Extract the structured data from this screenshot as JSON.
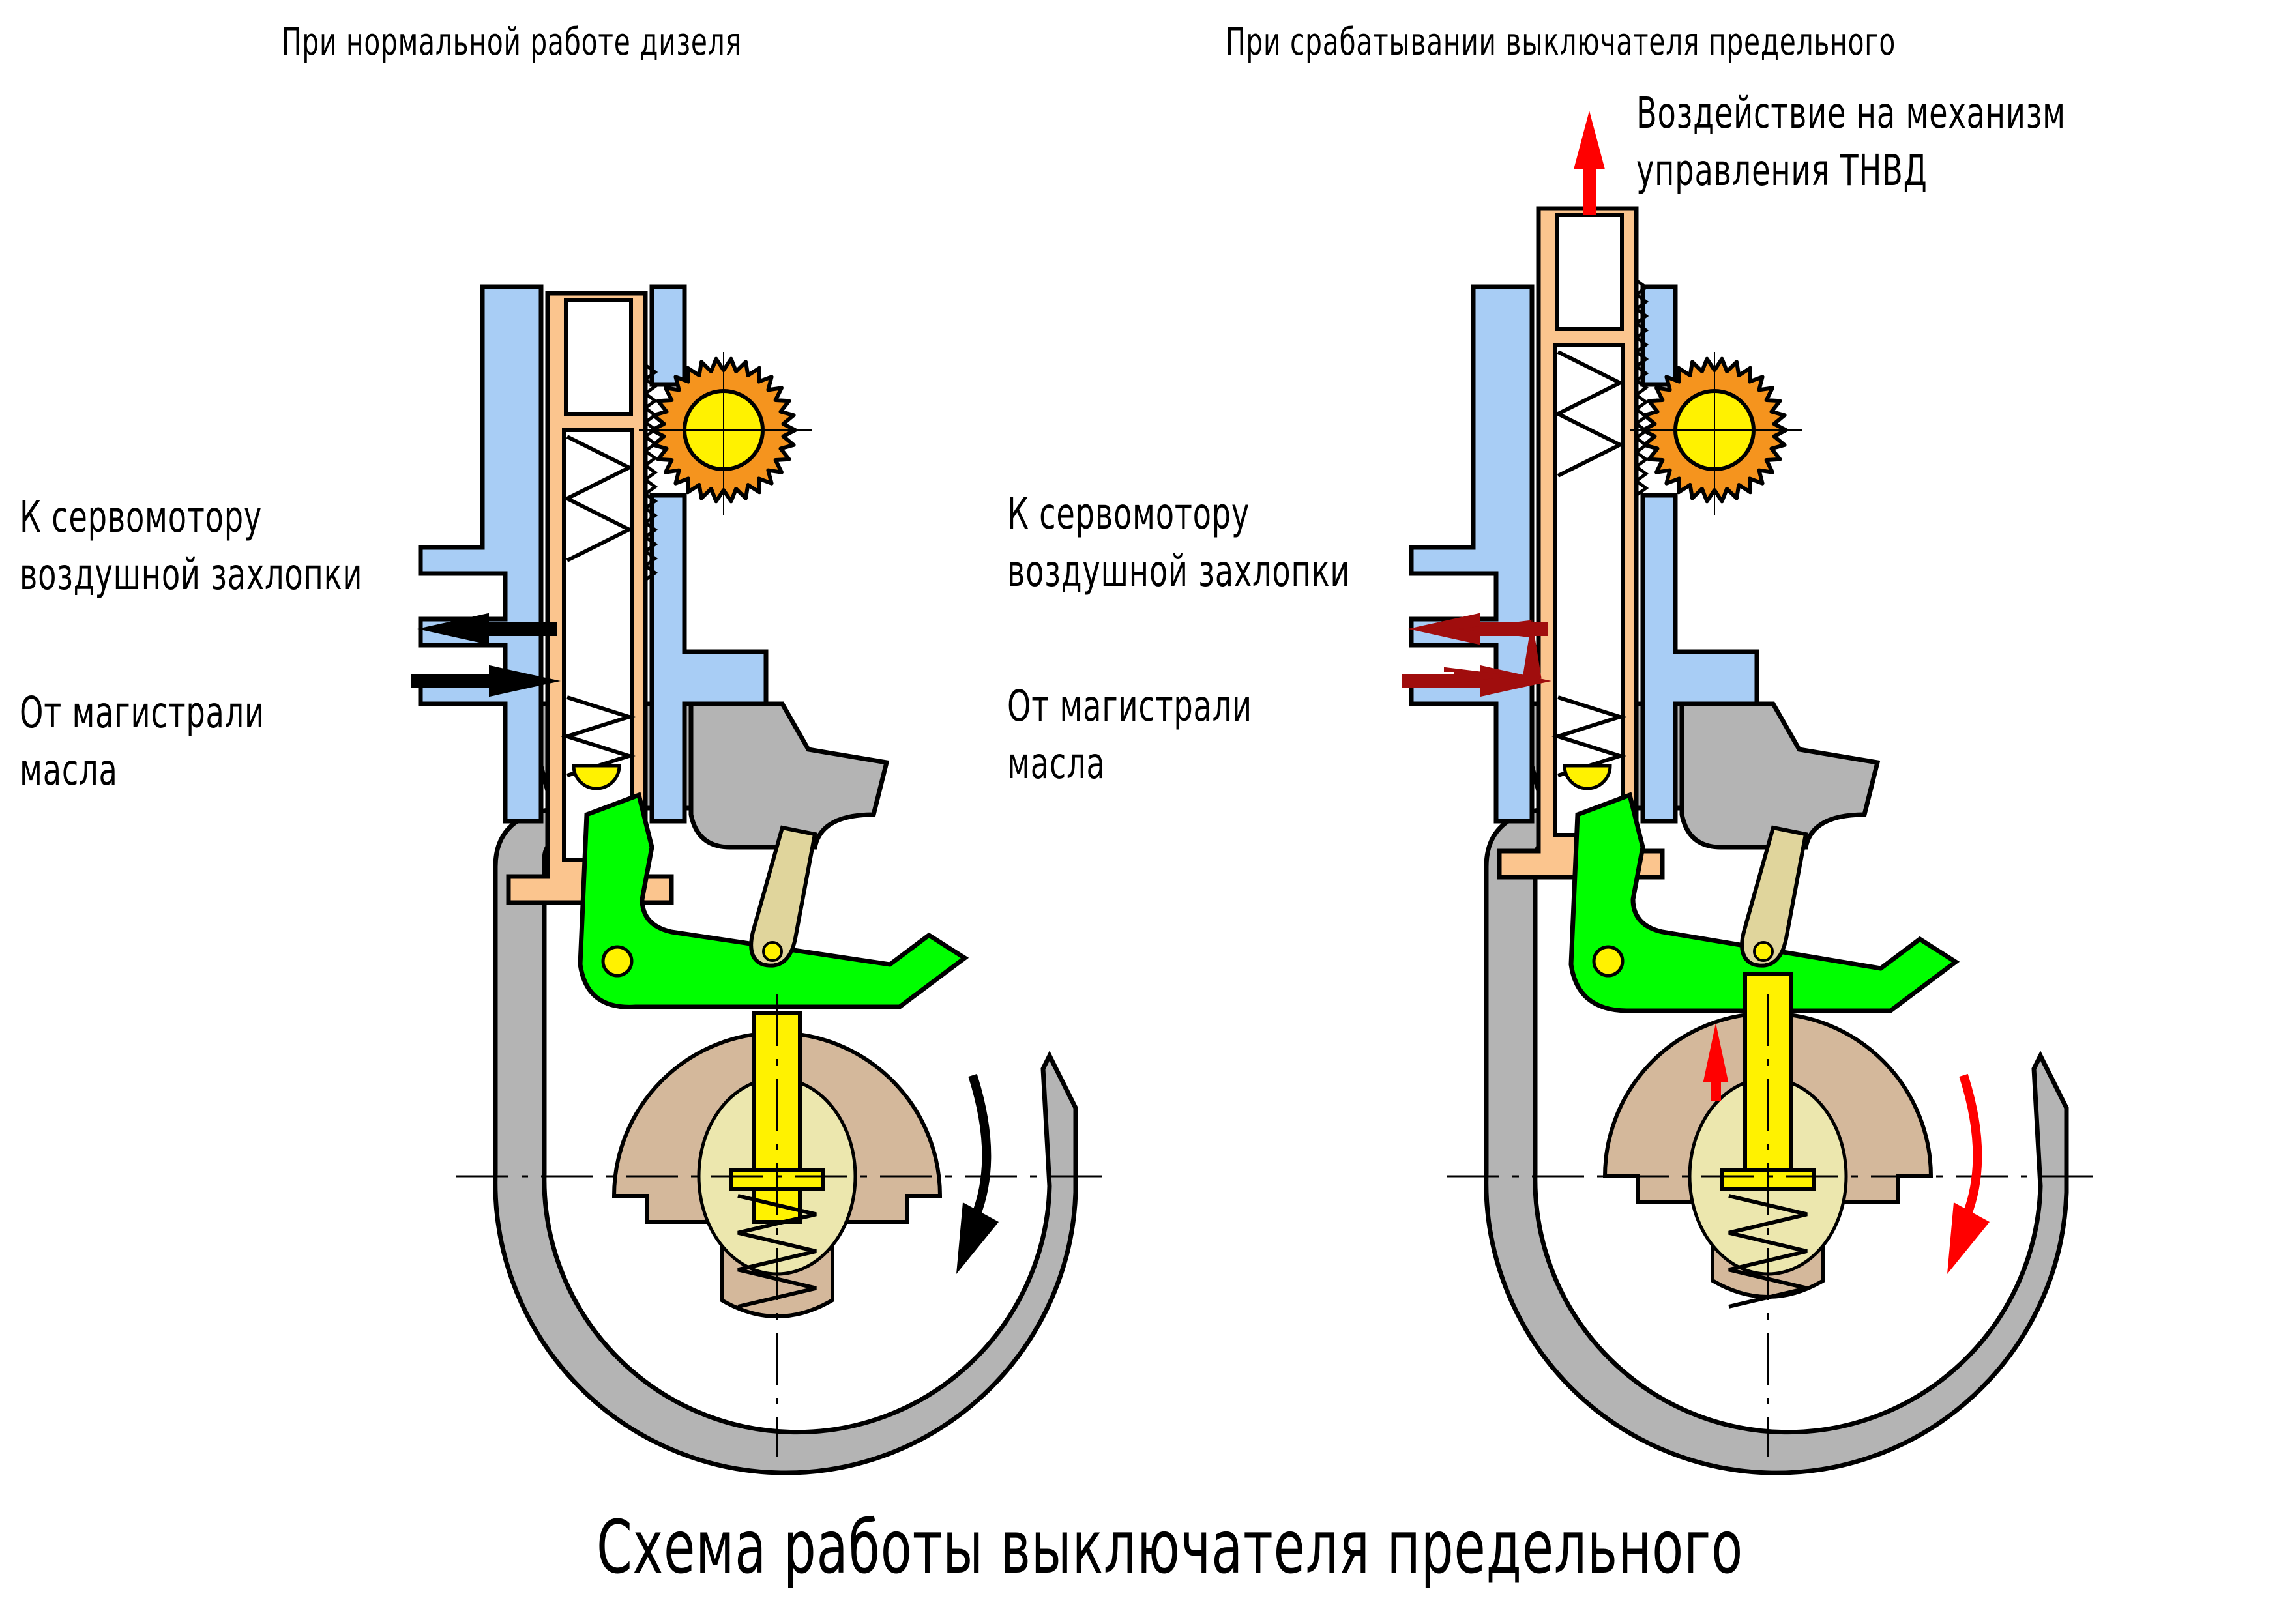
{
  "title": "Схема работы выключателя предельного",
  "panels": [
    {
      "id": "normal",
      "heading": "При нормальной работе дизеля",
      "label_to": [
        "К сервомотору",
        "воздушной захлопки"
      ],
      "label_from": [
        "От магистрали",
        "масла"
      ],
      "arrow_color": "#000000",
      "rotation_arrow_color": "#000000"
    },
    {
      "id": "tripped",
      "heading": "При срабатывании выключателя предельного",
      "label_to": [
        "К сервомотору",
        "воздушной захлопки"
      ],
      "label_from": [
        "От магистрали",
        "масла"
      ],
      "output_label": [
        "Воздействие на механизм",
        "управления ТНВД"
      ],
      "arrow_color": "#a00d0d",
      "rotation_arrow_color": "#ff0000",
      "motion_arrow_color": "#ff0000"
    }
  ],
  "colors": {
    "housing_gray": "#b4b4b4",
    "body_blue": "#a8cdf5",
    "bushing_peach": "#fbc58e",
    "gear_orange": "#f5941e",
    "axle_yellow": "#fff200",
    "lever_green": "#00ff00",
    "cam_tan": "#d4b89b",
    "cam_lower_tan": "#ebcfb0",
    "insert_cream": "#ece7ae",
    "link_khaki": "#e0d59c"
  }
}
